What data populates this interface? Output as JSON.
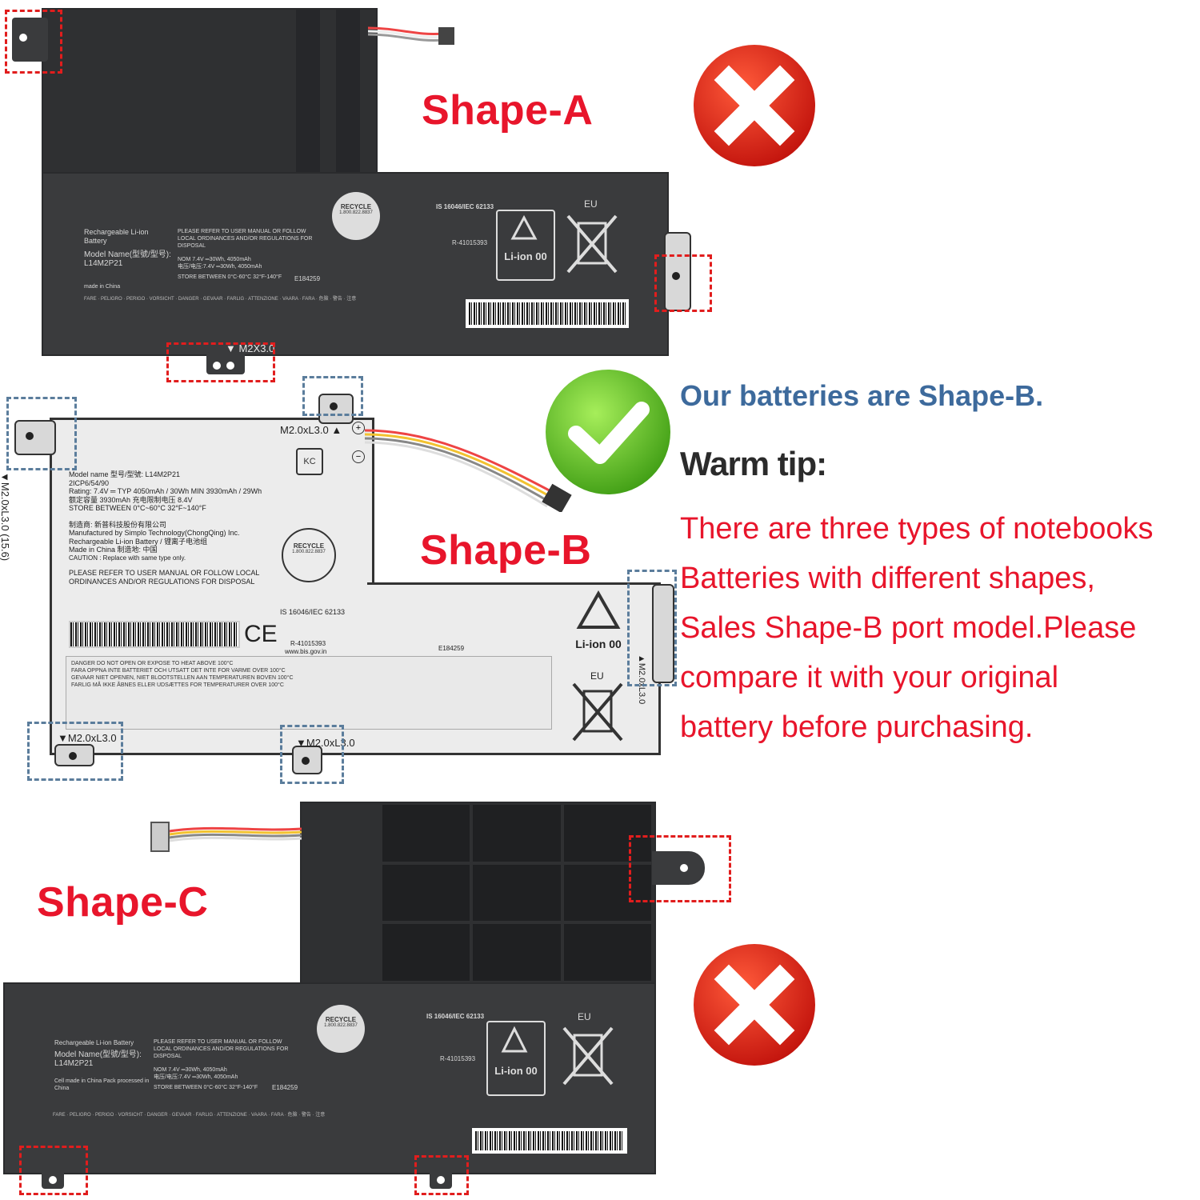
{
  "shapes": {
    "a": {
      "title": "Shape-A",
      "model_label": "Model Name(型號/型号):",
      "model": "L14M2P21",
      "rechargeable": "Rechargeable Li-ion Battery",
      "nom": "NOM 7.4V ═30Wh, 4050mAh",
      "voltage": "电压/电压:7.4V ═30Wh, 4050mAh",
      "store": "STORE BETWEEN 0°C-60°C  32°F-140°F",
      "made_in": "made in China",
      "refer": "PLEASE REFER TO USER MANUAL OR FOLLOW LOCAL ORDINANCES AND/OR REGULATIONS FOR DISPOSAL",
      "is_cert": "IS 16046/IEC 62133",
      "r_code": "R-41015393",
      "e_code": "E184259",
      "li_ion": "Li-ion 00",
      "eu": "EU",
      "recycle": "RECYCLE",
      "recycle_num": "1.800.822.8837",
      "mount_bottom": "▼ M2X3.0"
    },
    "b": {
      "title": "Shape-B",
      "model": "Model name 型号/型號: L14M2P21",
      "cell": "2ICP6/54/90",
      "rating": "Rating: 7.4V ═ TYP 4050mAh / 30Wh MIN 3930mAh / 29Wh",
      "capacity": "额定容量 3930mAh  充电限制电压 8.4V",
      "store": "STORE BETWEEN 0°C~60°C  32°F~140°F",
      "maker": "制造商: 新普科技股份有限公司",
      "manufactured": "Manufactured by Simplo Technology(ChongQing) Inc.",
      "battery_cn": "Rechargeable Li-ion Battery / 锂离子电池组",
      "made": "Made in China  制造地: 中国",
      "caution": "CAUTION : Replace with same type only.",
      "refer": "PLEASE REFER TO USER MANUAL OR FOLLOW LOCAL ORDINANCES AND/OR REGULATIONS FOR DISPOSAL",
      "is_cert": "IS 16046/IEC 62133",
      "r_code": "R-41015393",
      "bis": "www.bis.gov.in",
      "e_code": "E184259",
      "li_ion": "Li-ion 00",
      "eu": "EU",
      "recycle": "RECYCLE",
      "recycle_num": "1.800.822.8837",
      "mount_top": "M2.0xL3.0 ▲",
      "mount_left": "▼M2.0xL3.0 (15.6)",
      "mount_right": "▲M2.0xL3.0",
      "mount_bottom_left": "▼M2.0xL3.0",
      "mount_bottom_mid": "▼M2.0xL3.0",
      "warn_danger": "DANGER  DO NOT OPEN OR EXPOSE TO HEAT ABOVE 100°C",
      "warn_fara": "FARA  OPPNA INTE BATTERIET OCH UTSATT DET INTE FOR VARME OVER 100°C",
      "warn_gevaar": "GEVAAR  NIET OPENEN, NIET BLOOTSTELLEN AAN TEMPERATUREN BOVEN 100°C",
      "warn_farlig": "FARLIG  MÅ IKKE ÅBNES ELLER UDSÆTTES FOR TEMPERATURER OVER 100°C"
    },
    "c": {
      "title": "Shape-C",
      "model_label": "Model Name(型號/型号):",
      "model": "L14M2P21",
      "rechargeable": "Rechargeable Li-ion Battery",
      "nom": "NOM 7.4V ═30Wh, 4050mAh",
      "voltage": "电压/电压:7.4V ═30Wh, 4050mAh",
      "store": "STORE BETWEEN 0°C-60°C  32°F-140°F",
      "made_in": "Cell made in China  Pack processed in China",
      "refer": "PLEASE REFER TO USER MANUAL OR FOLLOW LOCAL ORDINANCES AND/OR REGULATIONS FOR DISPOSAL",
      "is_cert": "IS 16046/IEC 62133",
      "r_code": "R-41015393",
      "e_code": "E184259",
      "li_ion": "Li-ion 00",
      "eu": "EU",
      "recycle": "RECYCLE",
      "recycle_num": "1.800.822.8837"
    }
  },
  "tips": {
    "headline": "Our batteries are Shape-B.",
    "warm_tip": "Warm tip:",
    "line1": "There are three types of notebooks",
    "line2": "Batteries with different shapes,",
    "line3": "Sales Shape-B port model.Please",
    "line4": "compare it with your original",
    "line5": "battery before purchasing."
  },
  "colors": {
    "red_mark": "#e11d1d",
    "green_mark": "#5cc21d",
    "blue_text": "#3d6a9c",
    "red_text": "#e8152b"
  },
  "icons": {
    "wrong_a": "x-circle-icon",
    "right_b": "check-circle-icon",
    "wrong_c": "x-circle-icon"
  }
}
